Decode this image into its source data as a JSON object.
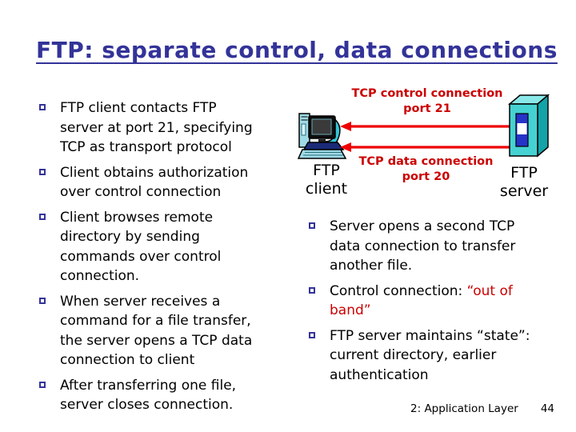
{
  "title": "FTP: separate control, data connections",
  "colors": {
    "title": "#333399",
    "bullet_square": "#333399",
    "red_text": "#cc0000",
    "arrow": "#ee0000",
    "server_teal": "#46d2d2",
    "client_navy": "#1b2a78"
  },
  "left_column": {
    "items": [
      {
        "segments": [
          {
            "text": "FTP client contacts FTP\nserver at port 21, specifying\nTCP as transport protocol"
          }
        ]
      },
      {
        "segments": [
          {
            "text": "Client obtains authorization\nover control connection"
          }
        ]
      },
      {
        "segments": [
          {
            "text": "Client browses remote\ndirectory by sending\ncommands over control\nconnection."
          }
        ]
      },
      {
        "segments": [
          {
            "text": "When server receives a\ncommand for a file transfer,\nthe server opens a TCP data\nconnection to client"
          }
        ]
      },
      {
        "segments": [
          {
            "text": "After transferring one file,\nserver closes connection."
          }
        ]
      }
    ]
  },
  "right_column": {
    "items": [
      {
        "segments": [
          {
            "text": "Server opens a second TCP\ndata connection to transfer\nanother file."
          }
        ]
      },
      {
        "segments": [
          {
            "text": "Control connection: "
          },
          {
            "text": "“out of\nband”",
            "color": "red"
          }
        ]
      },
      {
        "segments": [
          {
            "text": "FTP server maintains “state”:\ncurrent directory, earlier\nauthentication"
          }
        ]
      }
    ]
  },
  "diagram": {
    "control_connection_label": "TCP control connection\nport 21",
    "data_connection_label": "TCP data connection\nport 20",
    "client_caption": "FTP\nclient",
    "server_caption": "FTP\nserver"
  },
  "footer": {
    "section": "2: Application Layer",
    "page": "44"
  }
}
